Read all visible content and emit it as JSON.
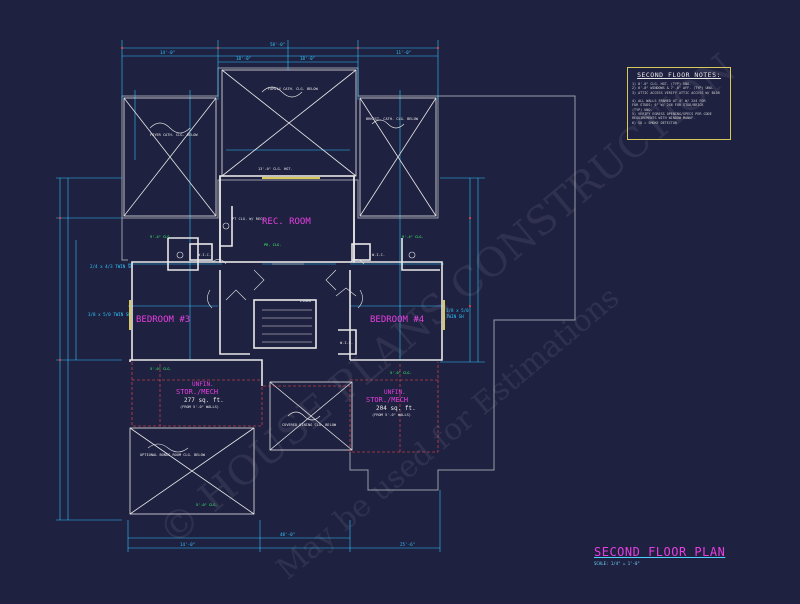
{
  "plan_title": "SECOND FLOOR PLAN",
  "scale": {
    "label": "SCALE:",
    "value": "1/4\" = 1'-0\""
  },
  "notes": {
    "title": "SECOND FLOOR NOTES:",
    "lines": [
      "1) 8'-0\" CLG. HGT. (TYP) UNO.",
      "2) 6'-8\" WINDOWS & 7'-0\" AFF. (TYP) UNO.",
      "3) ATTIC ACCESS VERIFY ATTIC ACCESS W/ BLDR",
      "",
      "4) ALL WALLS FRAMED AT 4\" W/ 2X4 FOR",
      "   FOR STUDS; 6\" W/ 2X6 FOR STUD/BRICK",
      "   (TYP) UNO.",
      "5) VERIFY EGRESS OPENING/SPECS PER CODE",
      "   REQUIREMENTS WITH WINDOW MANUF.",
      "6) SD = SMOKE DETECTOR"
    ]
  },
  "rooms": {
    "rec_room": "REC. ROOM",
    "bedroom_3": "BEDROOM #3",
    "bedroom_4": "BEDROOM #4",
    "unfin_left": "UNFIN.",
    "stor_left": "STOR./MECH",
    "area_left": "277 sq. ft.",
    "sub_left": "(FROM 5'-0\" WALLS)",
    "unfin_right": "UNFIN.",
    "stor_right": "STOR./MECH",
    "area_right": "204 sq. ft.",
    "sub_right": "(FROM 5'-0\" WALLS)",
    "linen": "LINEN",
    "wic_left": "W.I.C.",
    "wic_right": "W.I.C.",
    "wic_center": "W.I.C."
  },
  "ceiling_notes": {
    "left": "FOYER CATH. CLG. BELOW",
    "center": "FAMILY CATH. CLG. BELOW",
    "right": "BRKFST. CATH. CLG. BELOW",
    "lower_center": "COVERED DINING CLG. BELOW",
    "lower_left": "OPTIONAL BONUS ROOM CLG. BELOW"
  },
  "watermark": {
    "line1": "© HOUSE PLANS CONSTRUCTION",
    "line2": "May be used for Estimations"
  },
  "colors": {
    "background": "#1f2140",
    "wall": "#e8e8e8",
    "dimension": "#2ec8ff",
    "room_label": "#e63fe0",
    "note_green": "#3cff6a",
    "hatch_red": "#ff4a4a",
    "notes_border": "#d8c95a"
  }
}
